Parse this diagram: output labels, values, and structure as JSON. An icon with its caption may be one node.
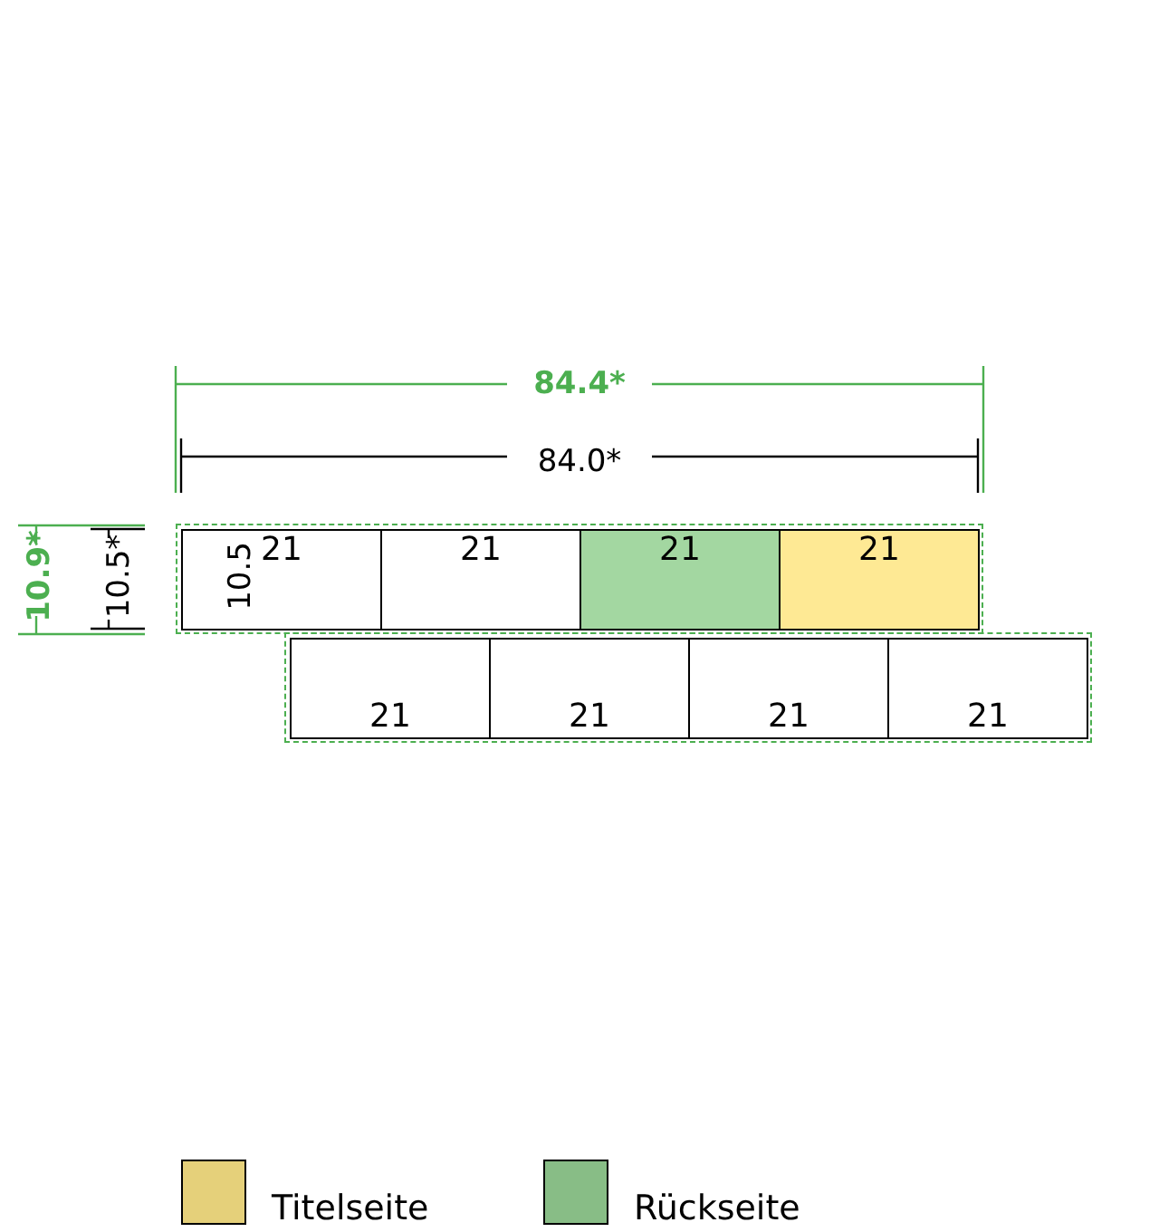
{
  "diagram": {
    "nodes": [
      {
        "text": [],
        "shape": "box"
      },
      {
        "text": [
          "21"
        ],
        "in": 0
      },
      {
        "text": [
          "21"
        ],
        "in": 0
      },
      {
        "text": [
          "21"
        ],
        "in": 0
      },
      {
        "text": [
          "21"
        ],
        "in": 0
      },
      {
        "text": [],
        "shape": "box"
      },
      {
        "text": [
          "21"
        ],
        "in": 5
      },
      {
        "text": [
          "21"
        ],
        "in": 5
      },
      {
        "text": [
          "21"
        ],
        "in": 5
      },
      {
        "text": [
          "21"
        ],
        "in": 5
      }
    ],
    "labels": [
      "84.4*",
      "84.0*",
      "10.9*",
      "10.5*",
      "10.5"
    ],
    "legend": [
      {
        "text": "Titelseite",
        "color": "#e5d07a"
      },
      {
        "text": "Rückseite",
        "color": "#88bd86"
      }
    ]
  }
}
